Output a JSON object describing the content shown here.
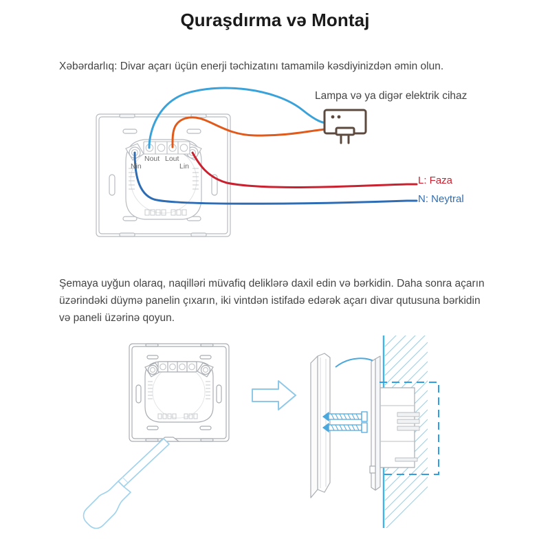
{
  "page": {
    "title": "Quraşdırma və Montaj",
    "background_color": "#ffffff",
    "text_color": "#444444"
  },
  "warning": {
    "text": "Xəbərdarlıq: Divar açarı üçün enerji təchizatını tamamilə kəsdiyinizdən əmin olun."
  },
  "wiring_diagram": {
    "lamp_caption": "Lampa və ya digər elektrik cihaz",
    "terminals": {
      "nout": "Nout",
      "lout": "Lout",
      "nin": "Nin",
      "lin": "Lin"
    },
    "legend": {
      "live": "L:  Faza",
      "neutral": "N: Neytral",
      "live_color": "#c9212f",
      "neutral_color": "#2e6db4"
    },
    "wire_colors": {
      "nout_wire": "#3aa2d9",
      "lout_wire": "#e05a1c",
      "lin_wire": "#c9212f",
      "nin_wire": "#2e6db4",
      "outline": "#b8bcc0"
    }
  },
  "assembly": {
    "text": "Şemaya uyğun olaraq, naqilləri müvafiq deliklərə daxil edin və bərkidin. Daha sonra açarın üzərindəki düymə panelin çıxarın, iki vintdən istifadə edərək açarı divar qutusuna bərkidin və paneli üzərinə qoyun.",
    "arrow_color": "#8ec8e8",
    "wall_color": "#56b9e8",
    "outline_color": "#a9adb2",
    "screwdriver_color": "#9fd2ec"
  }
}
